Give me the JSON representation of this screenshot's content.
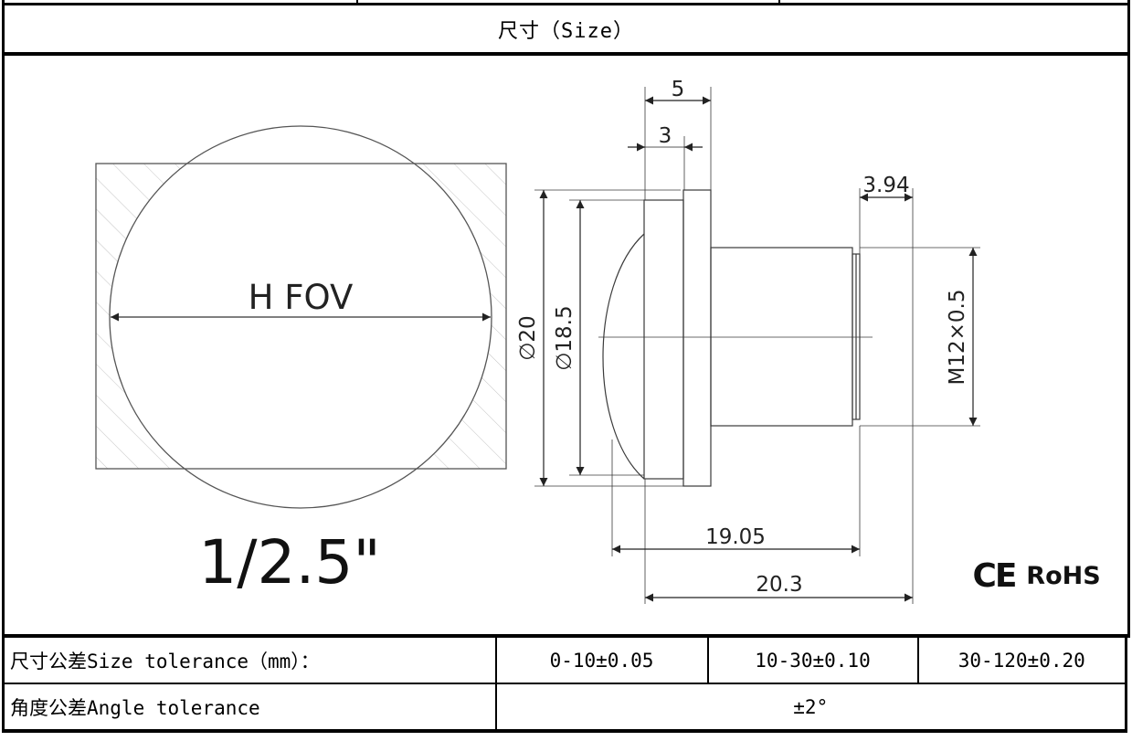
{
  "header": {
    "title": "尺寸（Size）"
  },
  "sensor": {
    "fov_label": "H FOV",
    "format_label": "1/2.5\""
  },
  "dimensions": {
    "flange_width": "5",
    "flange_inner": "3",
    "thread_length": "3.94",
    "outer_diameter": "∅20",
    "inner_diameter": "∅18.5",
    "thread": "M12×0.5",
    "length_short": "19.05",
    "length_total": "20.3"
  },
  "certifications": {
    "ce": "CE",
    "rohs": "RoHS"
  },
  "tolerance_table": {
    "size_label": "尺寸公差Size tolerance（mm）：",
    "size_values": [
      "0-10±0.05",
      "10-30±0.10",
      "30-120±0.20"
    ],
    "angle_label": "角度公差Angle tolerance",
    "angle_value": "±2°"
  },
  "colors": {
    "line": "#000000",
    "drawing_line": "#3a3a3a",
    "hatch": "#bdbdbd"
  }
}
